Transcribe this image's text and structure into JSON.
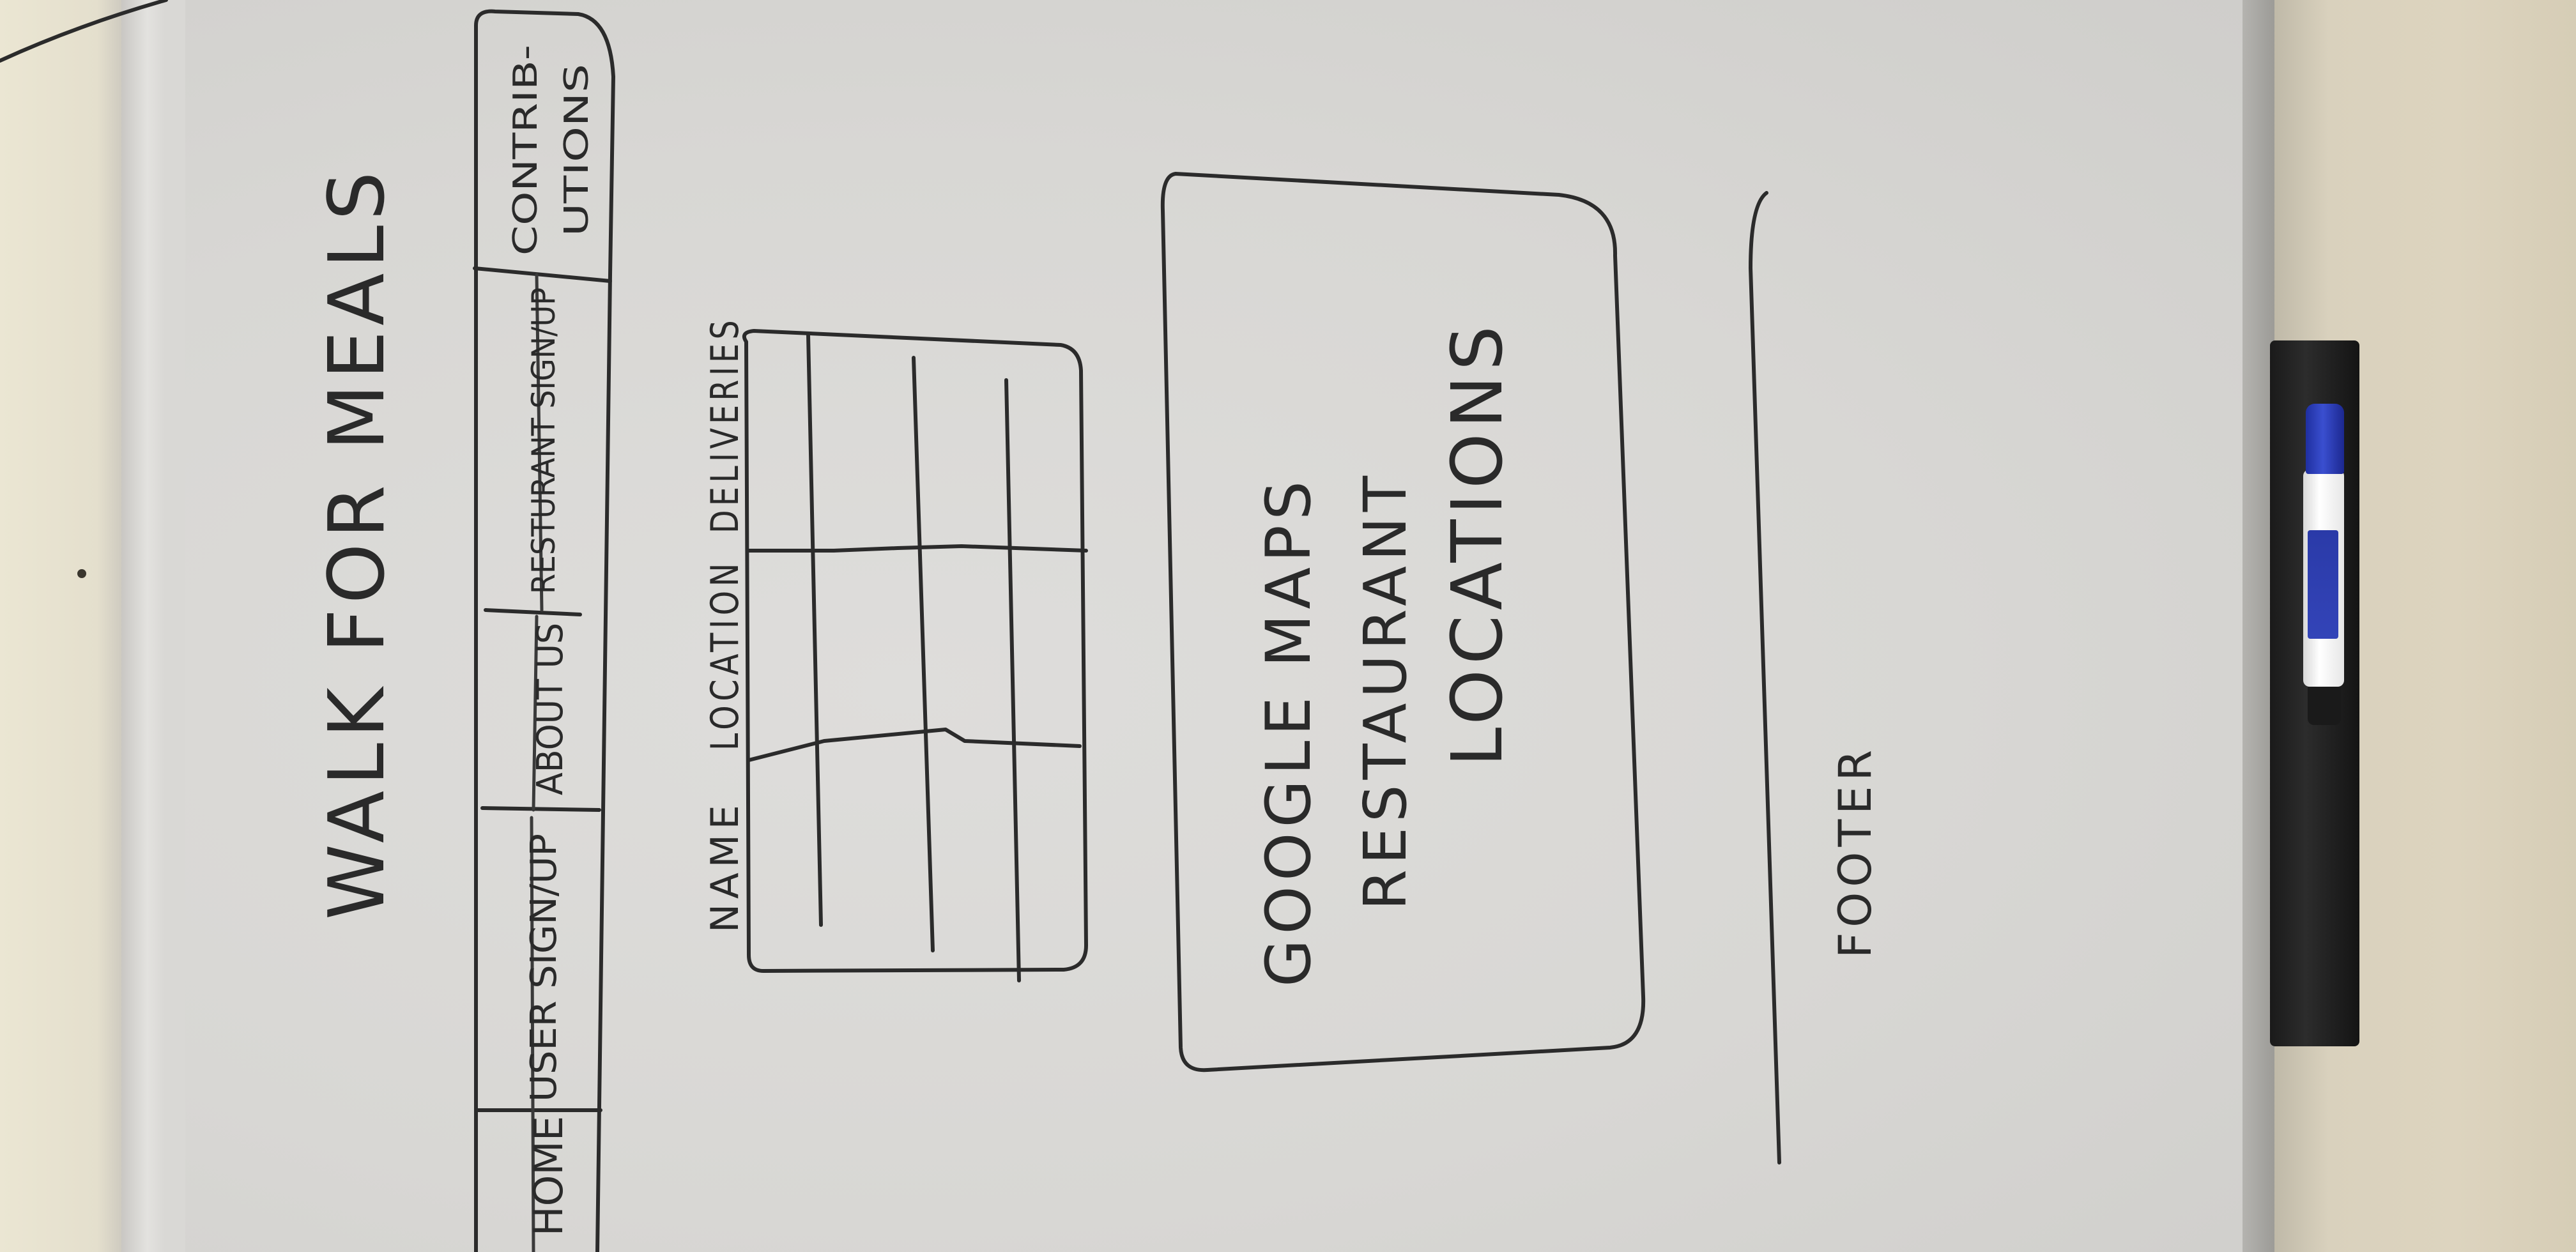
{
  "title": "WALK FOR MEALS",
  "nav": {
    "items": [
      {
        "label": "HOME"
      },
      {
        "label": "USER SIGN/UP"
      },
      {
        "label": "ABOUT US"
      },
      {
        "label": "RESTURANT SIGN/UP"
      },
      {
        "label": "CONTRIB-",
        "label2": "UTIONS"
      }
    ]
  },
  "table": {
    "headers": [
      "NAME",
      "LOCATION",
      "DELIVERIES"
    ]
  },
  "map_box": {
    "line1": "GOOGLE MAPS",
    "line2": "RESTAURANT",
    "line3": "LOCATIONS"
  },
  "footer": {
    "label": "FOOTER"
  },
  "colors": {
    "ink": "#2b2b2b",
    "marker_cap": "#2a3aa8",
    "board": "#dcdbd9"
  }
}
